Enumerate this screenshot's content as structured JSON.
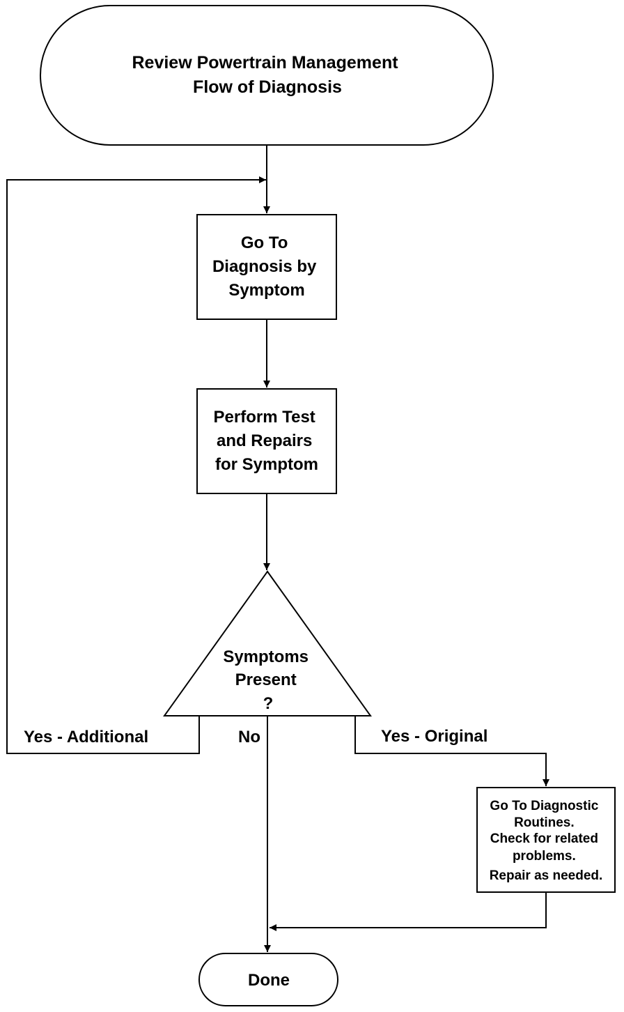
{
  "flowchart": {
    "start": {
      "lines": [
        "Review Powertrain Management",
        "Flow of Diagnosis"
      ]
    },
    "step_symptom": {
      "lines": [
        "Go To",
        "Diagnosis by",
        "Symptom"
      ]
    },
    "step_test": {
      "lines": [
        "Perform Test",
        "and Repairs",
        "for Symptom"
      ]
    },
    "decision": {
      "lines": [
        "Symptoms",
        "Present",
        "?"
      ]
    },
    "branches": {
      "additional": "Yes - Additional",
      "no": "No",
      "original": "Yes - Original"
    },
    "step_routines": {
      "lines": [
        "Go To Diagnostic",
        "Routines.",
        "Check for related",
        "problems.",
        "Repair as needed."
      ]
    },
    "end": {
      "label": "Done"
    }
  }
}
